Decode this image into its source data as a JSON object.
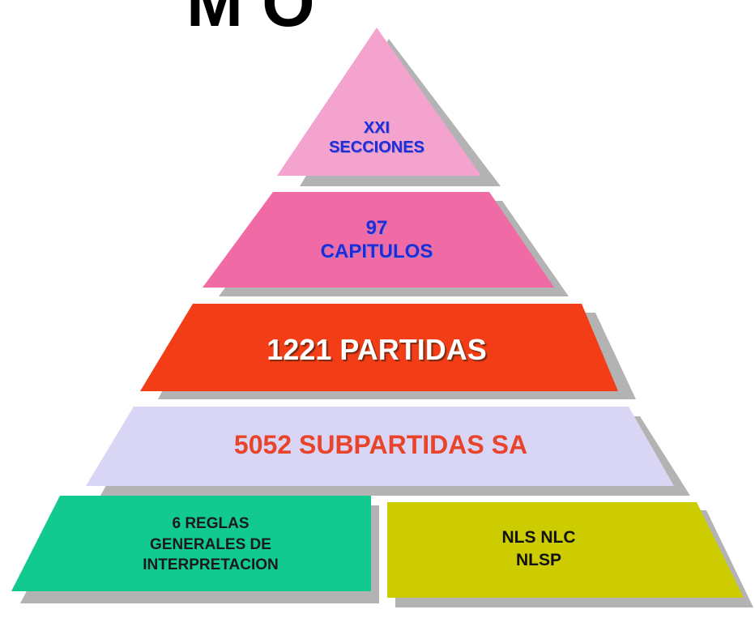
{
  "diagram": {
    "title": "M        Ó",
    "levels": [
      {
        "id": "secciones",
        "text": "XXI\nSECCIONES",
        "color": "#f4a3cf",
        "text_color": "#1f2bd6"
      },
      {
        "id": "capitulos",
        "text": "97\nCAPITULOS",
        "color": "#f06aa6",
        "text_color": "#1f2bd6"
      },
      {
        "id": "partidas",
        "text": "1221  PARTIDAS",
        "color": "#f23d16",
        "text_color": "#ffffff"
      },
      {
        "id": "subpartidas",
        "text": "5052 SUBPARTIDAS SA",
        "color": "#d9d5f4",
        "text_color": "#e8442c"
      },
      {
        "id": "reglas",
        "text": "6 REGLAS\nGENERALES DE\nINTERPRETACION",
        "color": "#12c98f",
        "text_color": "#1a1a1a"
      },
      {
        "id": "nls",
        "text": "NLS  NLC\nNLSP",
        "color": "#cccc00",
        "text_color": "#111111"
      }
    ],
    "shadow_color": "#b3b3b3"
  }
}
